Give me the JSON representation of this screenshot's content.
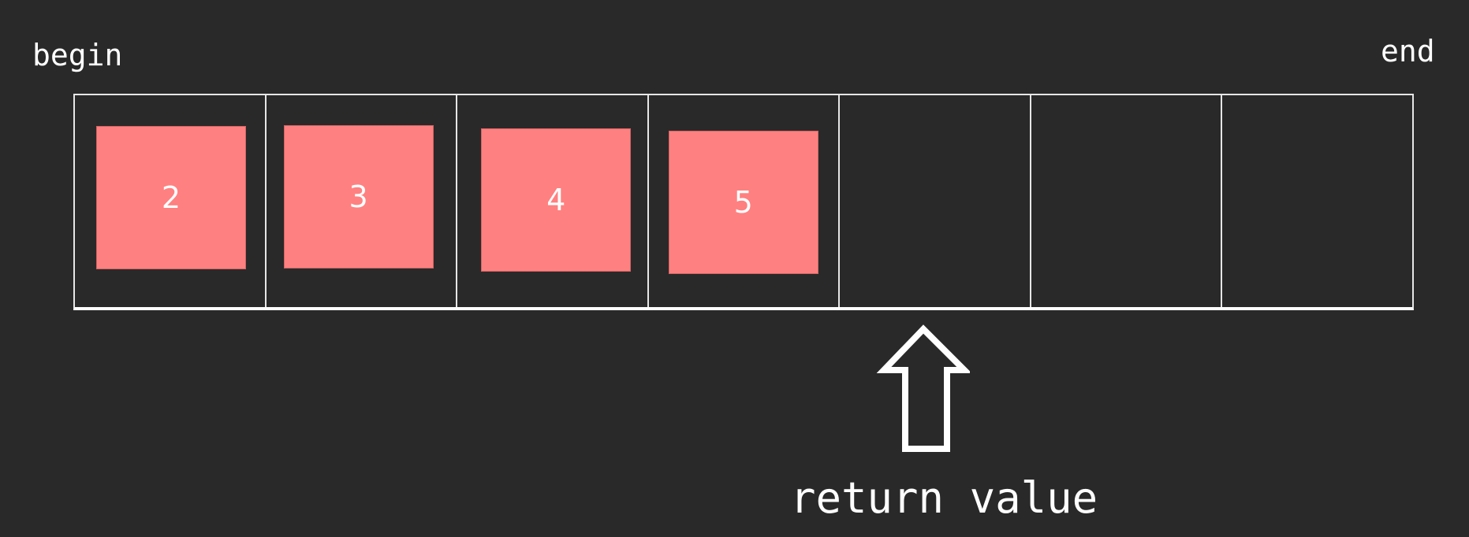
{
  "labels": {
    "begin": "begin",
    "end": "end",
    "return_value": "return value"
  },
  "array": {
    "cell_count": 7,
    "elements": [
      "2",
      "3",
      "4",
      "5"
    ]
  },
  "colors": {
    "background": "#292929",
    "element_fill": "#ff8080",
    "foreground": "#ffffff"
  },
  "icons": {
    "pointer": "up-arrow-icon"
  }
}
